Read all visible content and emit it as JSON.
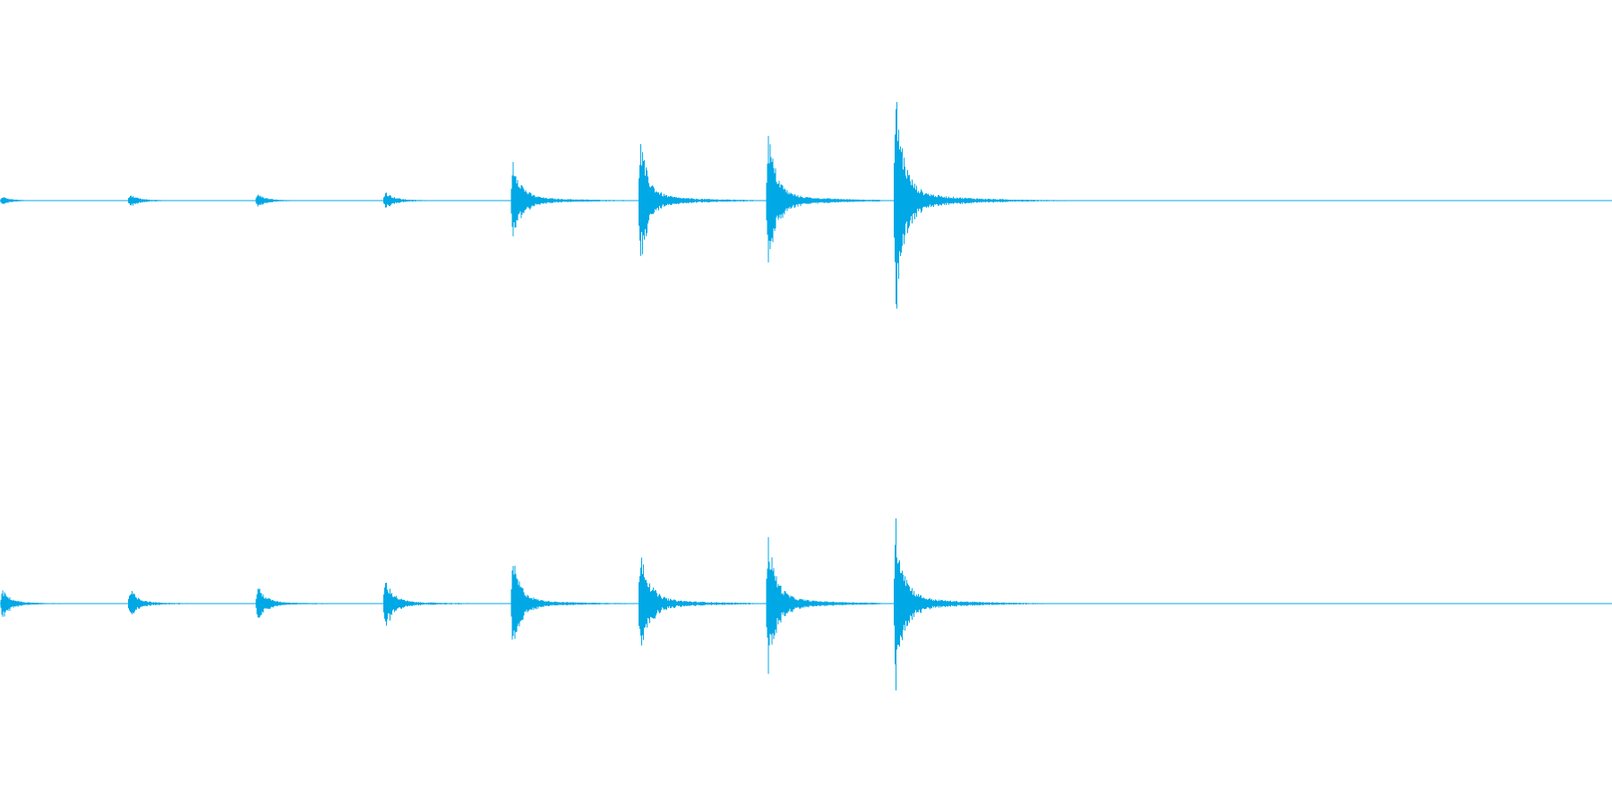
{
  "colors": {
    "background": "#ffffff",
    "waveform": "#00a8e6"
  },
  "chart_data": {
    "type": "waveform",
    "title": "",
    "xlabel": "",
    "ylabel": "",
    "axes_visible": false,
    "grid": false,
    "legend": "none",
    "channels": [
      {
        "id": "top",
        "baseline_amplitude": 0.0,
        "bursts": [
          {
            "onset": 0.0,
            "peak": 0.03
          },
          {
            "onset": 0.125,
            "peak": 0.05
          },
          {
            "onset": 0.25,
            "peak": 0.05
          },
          {
            "onset": 0.375,
            "peak": 0.07
          },
          {
            "onset": 0.5,
            "peak": 0.32
          },
          {
            "onset": 0.625,
            "peak": 0.43
          },
          {
            "onset": 0.75,
            "peak": 0.51
          },
          {
            "onset": 0.875,
            "peak": 0.8
          }
        ]
      },
      {
        "id": "bottom",
        "baseline_amplitude": 0.0,
        "bursts": [
          {
            "onset": 0.0,
            "peak": 0.1
          },
          {
            "onset": 0.125,
            "peak": 0.11
          },
          {
            "onset": 0.25,
            "peak": 0.13
          },
          {
            "onset": 0.375,
            "peak": 0.18
          },
          {
            "onset": 0.5,
            "peak": 0.33
          },
          {
            "onset": 0.625,
            "peak": 0.44
          },
          {
            "onset": 0.75,
            "peak": 0.5
          },
          {
            "onset": 0.875,
            "peak": 0.61
          }
        ]
      }
    ]
  }
}
